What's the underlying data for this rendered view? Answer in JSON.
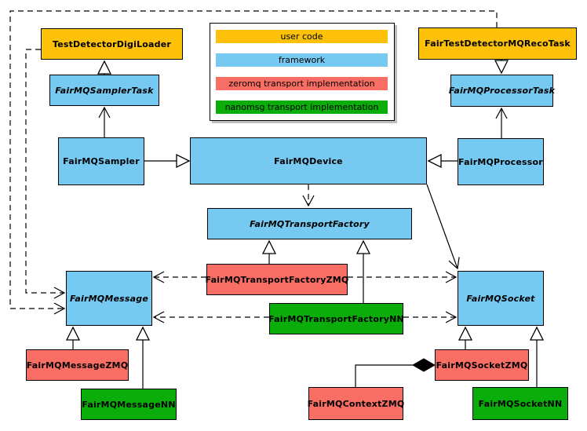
{
  "diagram_type": "uml-class-diagram",
  "colors": {
    "user_code": "#FCC108",
    "framework": "#76C9F0",
    "zeromq": "#F96E64",
    "nanomsg": "#0BAD0B",
    "line": "#000000",
    "background": "#ffffff"
  },
  "legend": {
    "items": [
      {
        "label": "user code",
        "color": "#FCC108"
      },
      {
        "label": "framework",
        "color": "#76C9F0"
      },
      {
        "label": "zeromq transport implementation",
        "color": "#F96E64"
      },
      {
        "label": "nanomsg transport implementation",
        "color": "#0BAD0B"
      }
    ]
  },
  "nodes": [
    {
      "id": "TestDetectorDigiLoader",
      "label": "TestDetectorDigiLoader",
      "category": "user code",
      "abstract": false
    },
    {
      "id": "FairTestDetectorMQRecoTask",
      "label": "FairTestDetectorMQRecoTask",
      "category": "user code",
      "abstract": false
    },
    {
      "id": "FairMQSamplerTask",
      "label": "FairMQSamplerTask",
      "category": "framework",
      "abstract": true
    },
    {
      "id": "FairMQProcessorTask",
      "label": "FairMQProcessorTask",
      "category": "framework",
      "abstract": true
    },
    {
      "id": "FairMQSampler",
      "label": "FairMQSampler",
      "category": "framework",
      "abstract": false
    },
    {
      "id": "FairMQDevice",
      "label": "FairMQDevice",
      "category": "framework",
      "abstract": false
    },
    {
      "id": "FairMQProcessor",
      "label": "FairMQProcessor",
      "category": "framework",
      "abstract": false
    },
    {
      "id": "FairMQTransportFactory",
      "label": "FairMQTransportFactory",
      "category": "framework",
      "abstract": true
    },
    {
      "id": "FairMQTransportFactoryZMQ",
      "label": "FairMQTransportFactoryZMQ",
      "category": "zeromq",
      "abstract": false
    },
    {
      "id": "FairMQTransportFactoryNN",
      "label": "FairMQTransportFactoryNN",
      "category": "nanomsg",
      "abstract": false
    },
    {
      "id": "FairMQMessage",
      "label": "FairMQMessage",
      "category": "framework",
      "abstract": true
    },
    {
      "id": "FairMQSocket",
      "label": "FairMQSocket",
      "category": "framework",
      "abstract": true
    },
    {
      "id": "FairMQMessageZMQ",
      "label": "FairMQMessageZMQ",
      "category": "zeromq",
      "abstract": false
    },
    {
      "id": "FairMQMessageNN",
      "label": "FairMQMessageNN",
      "category": "nanomsg",
      "abstract": false
    },
    {
      "id": "FairMQContextZMQ",
      "label": "FairMQContextZMQ",
      "category": "zeromq",
      "abstract": false
    },
    {
      "id": "FairMQSocketZMQ",
      "label": "FairMQSocketZMQ",
      "category": "zeromq",
      "abstract": false
    },
    {
      "id": "FairMQSocketNN",
      "label": "FairMQSocketNN",
      "category": "nanomsg",
      "abstract": false
    }
  ],
  "edges": [
    {
      "from": "FairMQSamplerTask",
      "to": "TestDetectorDigiLoader",
      "type": "generalization"
    },
    {
      "from": "FairTestDetectorMQRecoTask",
      "to": "FairMQProcessorTask",
      "type": "generalization"
    },
    {
      "from": "FairMQSampler",
      "to": "FairMQDevice",
      "type": "generalization"
    },
    {
      "from": "FairMQProcessor",
      "to": "FairMQDevice",
      "type": "generalization"
    },
    {
      "from": "FairMQSampler",
      "to": "FairMQSamplerTask",
      "type": "association"
    },
    {
      "from": "FairMQProcessor",
      "to": "FairMQProcessorTask",
      "type": "association"
    },
    {
      "from": "FairMQDevice",
      "to": "FairMQSocket",
      "type": "association"
    },
    {
      "from": "FairMQDevice",
      "to": "FairMQTransportFactory",
      "type": "dependency"
    },
    {
      "from": "FairMQTransportFactoryZMQ",
      "to": "FairMQTransportFactory",
      "type": "generalization"
    },
    {
      "from": "FairMQTransportFactoryNN",
      "to": "FairMQTransportFactory",
      "type": "generalization"
    },
    {
      "from": "FairMQTransportFactoryZMQ",
      "to": "FairMQMessage",
      "type": "dependency"
    },
    {
      "from": "FairMQTransportFactoryZMQ",
      "to": "FairMQSocket",
      "type": "dependency"
    },
    {
      "from": "FairMQTransportFactoryNN",
      "to": "FairMQMessage",
      "type": "dependency"
    },
    {
      "from": "FairMQTransportFactoryNN",
      "to": "FairMQSocket",
      "type": "dependency"
    },
    {
      "from": "TestDetectorDigiLoader",
      "to": "FairMQMessage",
      "type": "dependency"
    },
    {
      "from": "FairTestDetectorMQRecoTask",
      "to": "FairMQMessage",
      "type": "dependency"
    },
    {
      "from": "FairMQMessageZMQ",
      "to": "FairMQMessage",
      "type": "generalization"
    },
    {
      "from": "FairMQMessageNN",
      "to": "FairMQMessage",
      "type": "generalization"
    },
    {
      "from": "FairMQSocketZMQ",
      "to": "FairMQSocket",
      "type": "generalization"
    },
    {
      "from": "FairMQSocketNN",
      "to": "FairMQSocket",
      "type": "generalization"
    },
    {
      "from": "FairMQSocketZMQ",
      "to": "FairMQContextZMQ",
      "type": "composition"
    }
  ]
}
